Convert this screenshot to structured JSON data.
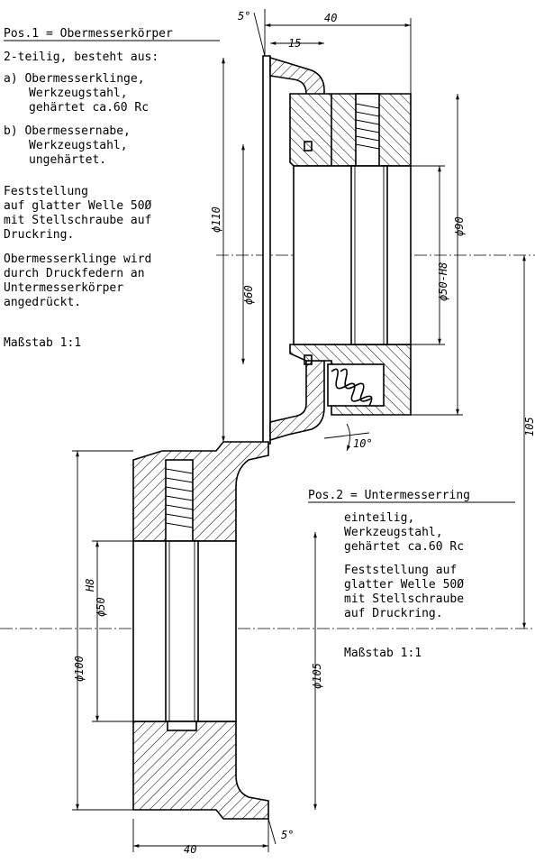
{
  "pos1": {
    "title": "Pos.1 = Obermesserkörper",
    "subtitle": "2-teilig, besteht aus:",
    "item_a": [
      "a) Obermesserklinge,",
      "Werkzeugstahl,",
      "gehärtet ca.60 Rc"
    ],
    "item_b": [
      "b) Obermessernabe,",
      "Werkzeugstahl,",
      "ungehärtet."
    ],
    "fixing": [
      "Feststellung",
      "auf glatter Welle 50Ø",
      "mit Stellschraube auf",
      "Druckring."
    ],
    "pressing": [
      "Obermesserklinge wird",
      "durch Druckfedern an",
      "Untermesserkörper",
      "angedrückt."
    ],
    "scale": "Maßstab 1:1"
  },
  "pos2": {
    "title": "Pos.2 = Untermesserring",
    "desc": [
      "einteilig,",
      "Werkzeugstahl,",
      "gehärtet ca.60 Rc"
    ],
    "fixing": [
      "Feststellung auf",
      "glatter Welle 50Ø",
      "mit Stellschraube",
      "auf Druckring."
    ],
    "scale": "Maßstab 1:1"
  },
  "dimensions": {
    "top_angle": "5°",
    "top_width": "40",
    "top_offset": "15",
    "dia_110": "ϕ110",
    "dia_90": "ϕ90",
    "dia_60": "ϕ60",
    "dia_50_h8_top": "ϕ50-H8",
    "angle_10": "10°",
    "dist_105": "105",
    "dia_100": "ϕ100",
    "dia_50_h8_bottom": "ϕ50",
    "h8_bottom": "H8",
    "dia_105": "ϕ105",
    "bottom_width": "40",
    "bottom_angle": "5°"
  }
}
